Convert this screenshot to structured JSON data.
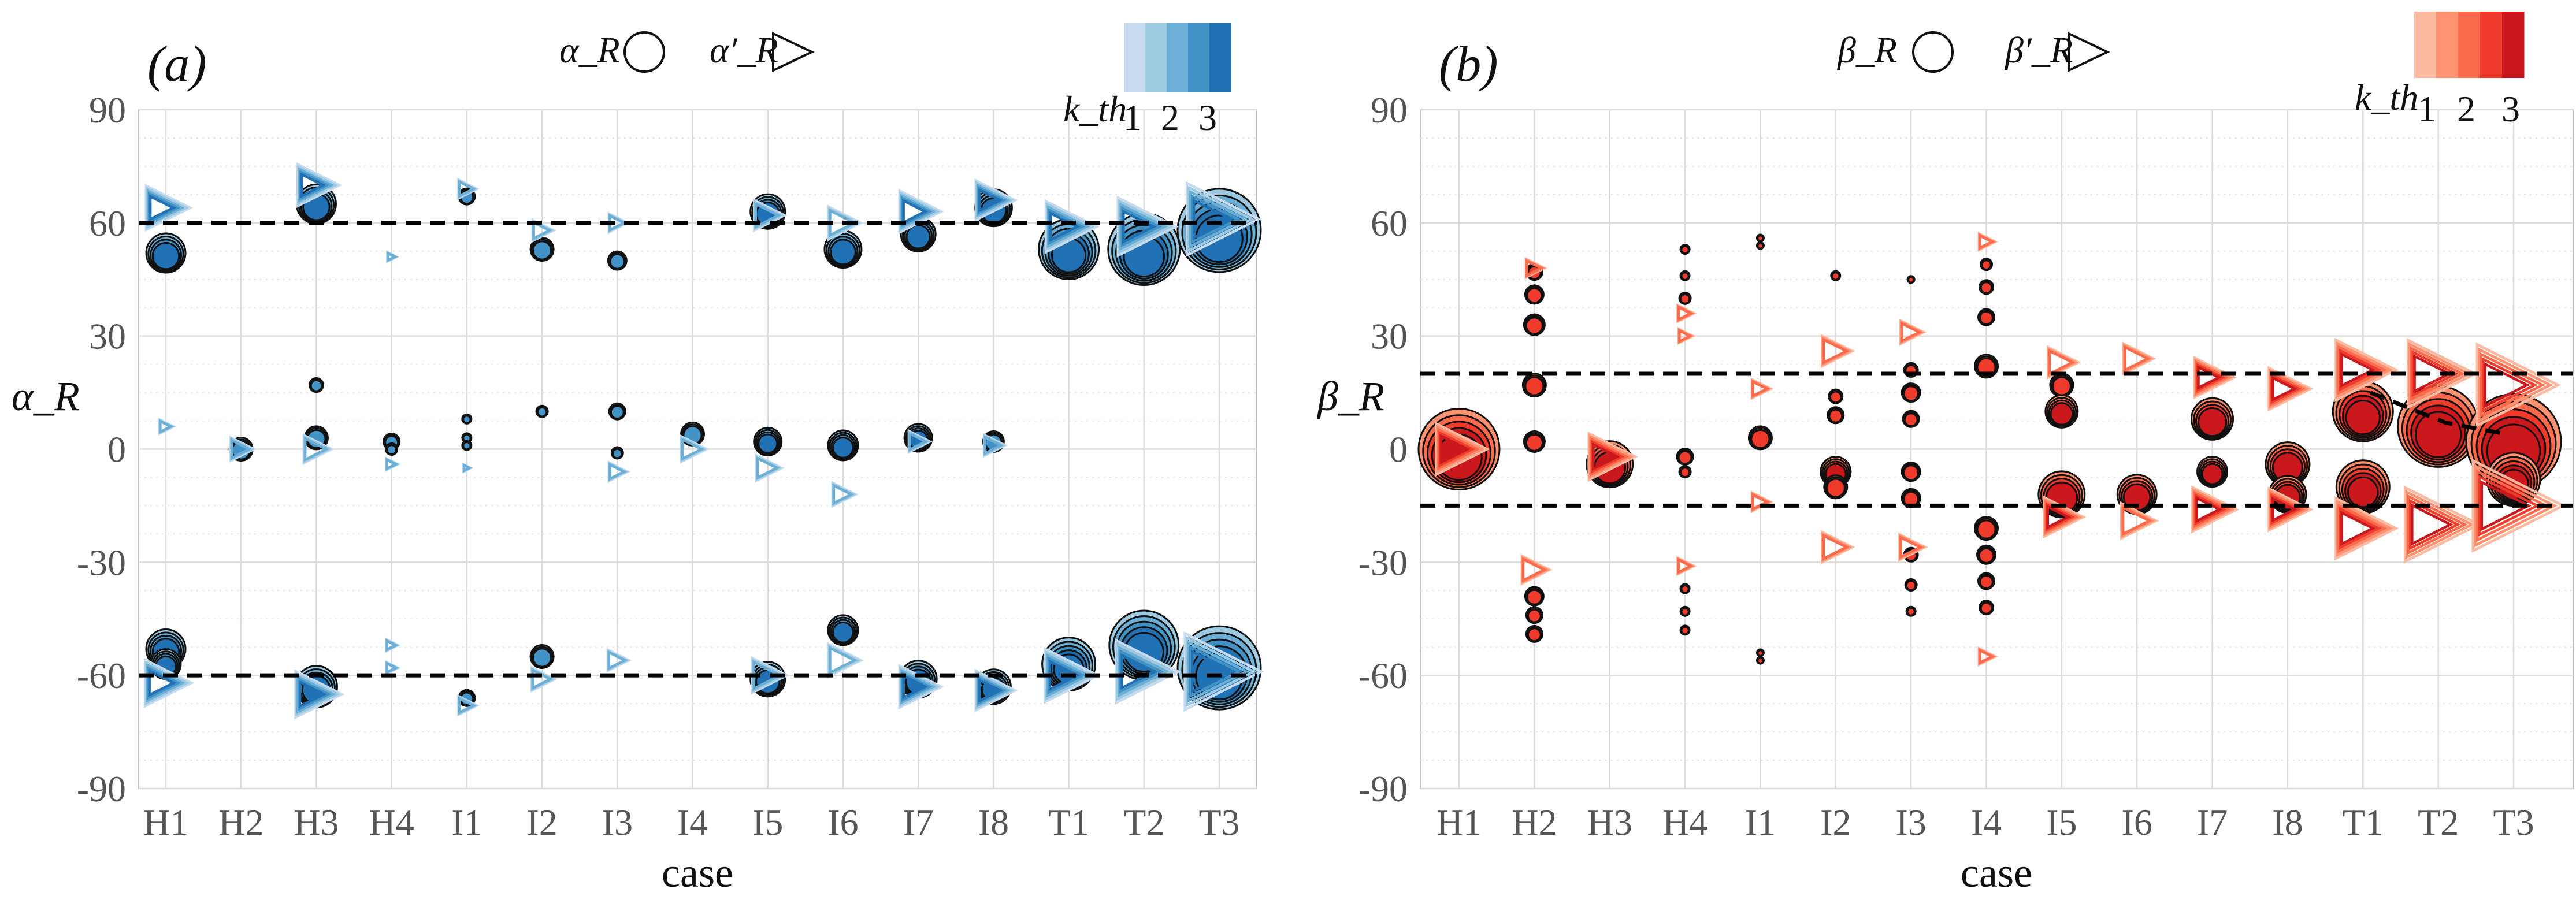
{
  "chart_data": [
    {
      "type": "scatter",
      "panel_label": "(a)",
      "xlabel": "case",
      "ylabel": "α_R",
      "categories": [
        "H1",
        "H2",
        "H3",
        "H4",
        "I1",
        "I2",
        "I3",
        "I4",
        "I5",
        "I6",
        "I7",
        "I8",
        "T1",
        "T2",
        "T3"
      ],
      "ylim": [
        -90,
        90
      ],
      "yticks": [
        "-90",
        "-60",
        "-30",
        "0",
        "30",
        "60",
        "90"
      ],
      "reference_lines": [
        60,
        -60
      ],
      "legend": {
        "circle_label": "α_R",
        "triangle_label": "α′_R",
        "colorbar_label": "k_th",
        "colorbar_ticks": [
          "1",
          "2",
          "3"
        ]
      },
      "palette": [
        "#c6dbef",
        "#9ecae1",
        "#6baed6",
        "#4292c6",
        "#2171b5"
      ],
      "circles": [
        {
          "x": "H1",
          "y": 52,
          "s": 34
        },
        {
          "x": "H3",
          "y": 65,
          "s": 34
        },
        {
          "x": "I1",
          "y": 67,
          "s": 14
        },
        {
          "x": "I2",
          "y": 53,
          "s": 20
        },
        {
          "x": "I3",
          "y": 50,
          "s": 16
        },
        {
          "x": "I5",
          "y": 63,
          "s": 30
        },
        {
          "x": "I6",
          "y": 53,
          "s": 32
        },
        {
          "x": "I7",
          "y": 57,
          "s": 30
        },
        {
          "x": "I8",
          "y": 64,
          "s": 32
        },
        {
          "x": "T1",
          "y": 53,
          "s": 52
        },
        {
          "x": "T2",
          "y": 53,
          "s": 62
        },
        {
          "x": "T3",
          "y": 58,
          "s": 72
        },
        {
          "x": "H2",
          "y": 0,
          "s": 20
        },
        {
          "x": "H3",
          "y": 17,
          "s": 12
        },
        {
          "x": "H3",
          "y": 3,
          "s": 20
        },
        {
          "x": "H4",
          "y": 2,
          "s": 14
        },
        {
          "x": "H4",
          "y": 0,
          "s": 10
        },
        {
          "x": "I1",
          "y": 8,
          "s": 8
        },
        {
          "x": "I1",
          "y": 3,
          "s": 8
        },
        {
          "x": "I1",
          "y": 1,
          "s": 8
        },
        {
          "x": "I2",
          "y": 10,
          "s": 10
        },
        {
          "x": "I3",
          "y": 10,
          "s": 14
        },
        {
          "x": "I3",
          "y": -1,
          "s": 10
        },
        {
          "x": "I4",
          "y": 4,
          "s": 20
        },
        {
          "x": "I5",
          "y": 2,
          "s": 24
        },
        {
          "x": "I6",
          "y": 1,
          "s": 26
        },
        {
          "x": "I7",
          "y": 3,
          "s": 24
        },
        {
          "x": "I8",
          "y": 2,
          "s": 18
        },
        {
          "x": "H1",
          "y": -53,
          "s": 34
        },
        {
          "x": "H1",
          "y": -57,
          "s": 26
        },
        {
          "x": "H3",
          "y": -63,
          "s": 36
        },
        {
          "x": "I1",
          "y": -66,
          "s": 14
        },
        {
          "x": "I2",
          "y": -55,
          "s": 20
        },
        {
          "x": "I6",
          "y": -48,
          "s": 26
        },
        {
          "x": "I5",
          "y": -61,
          "s": 30
        },
        {
          "x": "I7",
          "y": -61,
          "s": 32
        },
        {
          "x": "I8",
          "y": -63,
          "s": 30
        },
        {
          "x": "T1",
          "y": -57,
          "s": 46
        },
        {
          "x": "T2",
          "y": -52,
          "s": 60
        },
        {
          "x": "T3",
          "y": -58,
          "s": 72
        }
      ],
      "triangles": [
        {
          "x": "H1",
          "y": 64,
          "s": 38
        },
        {
          "x": "H3",
          "y": 70,
          "s": 36
        },
        {
          "x": "H4",
          "y": 51,
          "s": 8
        },
        {
          "x": "I1",
          "y": 69,
          "s": 16
        },
        {
          "x": "I2",
          "y": 58,
          "s": 18
        },
        {
          "x": "I3",
          "y": 60,
          "s": 16
        },
        {
          "x": "I5",
          "y": 62,
          "s": 26
        },
        {
          "x": "I6",
          "y": 60,
          "s": 28
        },
        {
          "x": "I7",
          "y": 63,
          "s": 36
        },
        {
          "x": "I8",
          "y": 66,
          "s": 34
        },
        {
          "x": "T1",
          "y": 59,
          "s": 44
        },
        {
          "x": "T2",
          "y": 59,
          "s": 50
        },
        {
          "x": "T3",
          "y": 61,
          "s": 62
        },
        {
          "x": "H1",
          "y": 6,
          "s": 12
        },
        {
          "x": "H2",
          "y": 0,
          "s": 20
        },
        {
          "x": "H3",
          "y": 0,
          "s": 24
        },
        {
          "x": "H4",
          "y": -4,
          "s": 10
        },
        {
          "x": "I1",
          "y": -5,
          "s": 6
        },
        {
          "x": "I3",
          "y": -6,
          "s": 16
        },
        {
          "x": "I4",
          "y": 0,
          "s": 22
        },
        {
          "x": "I5",
          "y": -5,
          "s": 22
        },
        {
          "x": "I6",
          "y": -12,
          "s": 20
        },
        {
          "x": "I7",
          "y": 2,
          "s": 18
        },
        {
          "x": "I8",
          "y": 1,
          "s": 18
        },
        {
          "x": "H1",
          "y": -62,
          "s": 40
        },
        {
          "x": "H3",
          "y": -65,
          "s": 40
        },
        {
          "x": "H4",
          "y": -52,
          "s": 10
        },
        {
          "x": "H4",
          "y": -58,
          "s": 10
        },
        {
          "x": "I1",
          "y": -68,
          "s": 16
        },
        {
          "x": "I2",
          "y": -61,
          "s": 20
        },
        {
          "x": "I3",
          "y": -56,
          "s": 18
        },
        {
          "x": "I5",
          "y": -60,
          "s": 30
        },
        {
          "x": "I6",
          "y": -56,
          "s": 28
        },
        {
          "x": "I7",
          "y": -63,
          "s": 36
        },
        {
          "x": "I8",
          "y": -64,
          "s": 34
        },
        {
          "x": "T1",
          "y": -60,
          "s": 46
        },
        {
          "x": "T2",
          "y": -59,
          "s": 54
        },
        {
          "x": "T3",
          "y": -59,
          "s": 66
        }
      ]
    },
    {
      "type": "scatter",
      "panel_label": "(b)",
      "xlabel": "case",
      "ylabel": "β_R",
      "categories": [
        "H1",
        "H2",
        "H3",
        "H4",
        "I1",
        "I2",
        "I3",
        "I4",
        "I5",
        "I6",
        "I7",
        "I8",
        "T1",
        "T2",
        "T3"
      ],
      "ylim": [
        -90,
        90
      ],
      "yticks": [
        "-90",
        "-60",
        "-30",
        "0",
        "30",
        "60",
        "90"
      ],
      "reference_lines": [
        20,
        -15
      ],
      "reference_curve": [
        [
          12.1,
          15
        ],
        [
          13.1,
          7
        ],
        [
          13.9,
          4
        ]
      ],
      "legend": {
        "circle_label": "β_R",
        "triangle_label": "β′_R",
        "colorbar_label": "k_th",
        "colorbar_ticks": [
          "1",
          "2",
          "3"
        ]
      },
      "palette": [
        "#fcbba1",
        "#fc9272",
        "#fb6a4a",
        "#ef3b2c",
        "#cb181d"
      ],
      "circles": [
        {
          "x": "H1",
          "y": 0,
          "s": 70
        },
        {
          "x": "H2",
          "y": 47,
          "s": 14
        },
        {
          "x": "H2",
          "y": 41,
          "s": 16
        },
        {
          "x": "H2",
          "y": 33,
          "s": 18
        },
        {
          "x": "H2",
          "y": 17,
          "s": 20
        },
        {
          "x": "H2",
          "y": 2,
          "s": 18
        },
        {
          "x": "H2",
          "y": -39,
          "s": 16
        },
        {
          "x": "H2",
          "y": -44,
          "s": 14
        },
        {
          "x": "H2",
          "y": -49,
          "s": 14
        },
        {
          "x": "H3",
          "y": -4,
          "s": 40
        },
        {
          "x": "H4",
          "y": 53,
          "s": 8
        },
        {
          "x": "H4",
          "y": 46,
          "s": 8
        },
        {
          "x": "H4",
          "y": 40,
          "s": 10
        },
        {
          "x": "H4",
          "y": -2,
          "s": 14
        },
        {
          "x": "H4",
          "y": -6,
          "s": 10
        },
        {
          "x": "H4",
          "y": -37,
          "s": 8
        },
        {
          "x": "H4",
          "y": -43,
          "s": 8
        },
        {
          "x": "H4",
          "y": -48,
          "s": 8
        },
        {
          "x": "I1",
          "y": 56,
          "s": 6
        },
        {
          "x": "I1",
          "y": 54,
          "s": 6
        },
        {
          "x": "I1",
          "y": 3,
          "s": 20
        },
        {
          "x": "I1",
          "y": -54,
          "s": 6
        },
        {
          "x": "I1",
          "y": -56,
          "s": 6
        },
        {
          "x": "I2",
          "y": 46,
          "s": 8
        },
        {
          "x": "I2",
          "y": 14,
          "s": 12
        },
        {
          "x": "I2",
          "y": 9,
          "s": 14
        },
        {
          "x": "I2",
          "y": -6,
          "s": 26
        },
        {
          "x": "I2",
          "y": -10,
          "s": 20
        },
        {
          "x": "I3",
          "y": 45,
          "s": 6
        },
        {
          "x": "I3",
          "y": 21,
          "s": 12
        },
        {
          "x": "I3",
          "y": 15,
          "s": 16
        },
        {
          "x": "I3",
          "y": 8,
          "s": 14
        },
        {
          "x": "I3",
          "y": -6,
          "s": 16
        },
        {
          "x": "I3",
          "y": -13,
          "s": 16
        },
        {
          "x": "I3",
          "y": -28,
          "s": 12
        },
        {
          "x": "I3",
          "y": -36,
          "s": 10
        },
        {
          "x": "I3",
          "y": -43,
          "s": 8
        },
        {
          "x": "I4",
          "y": 49,
          "s": 10
        },
        {
          "x": "I4",
          "y": 43,
          "s": 12
        },
        {
          "x": "I4",
          "y": 35,
          "s": 14
        },
        {
          "x": "I4",
          "y": 22,
          "s": 20
        },
        {
          "x": "I4",
          "y": -21,
          "s": 20
        },
        {
          "x": "I4",
          "y": -28,
          "s": 16
        },
        {
          "x": "I4",
          "y": -35,
          "s": 14
        },
        {
          "x": "I4",
          "y": -42,
          "s": 12
        },
        {
          "x": "I5",
          "y": 17,
          "s": 20
        },
        {
          "x": "I5",
          "y": 10,
          "s": 28
        },
        {
          "x": "I5",
          "y": -12,
          "s": 40
        },
        {
          "x": "I6",
          "y": -12,
          "s": 34
        },
        {
          "x": "I7",
          "y": 8,
          "s": 36
        },
        {
          "x": "I7",
          "y": -6,
          "s": 26
        },
        {
          "x": "I8",
          "y": -4,
          "s": 38
        },
        {
          "x": "I8",
          "y": -12,
          "s": 32
        },
        {
          "x": "T1",
          "y": 10,
          "s": 52
        },
        {
          "x": "T1",
          "y": -10,
          "s": 46
        },
        {
          "x": "T2",
          "y": 6,
          "s": 70
        },
        {
          "x": "T3",
          "y": 2,
          "s": 82
        },
        {
          "x": "T3",
          "y": -8,
          "s": 46
        }
      ],
      "triangles": [
        {
          "x": "H1",
          "y": 0,
          "s": 44
        },
        {
          "x": "H2",
          "y": -32,
          "s": 24
        },
        {
          "x": "H2",
          "y": 48,
          "s": 16
        },
        {
          "x": "H3",
          "y": -2,
          "s": 40
        },
        {
          "x": "H4",
          "y": 36,
          "s": 14
        },
        {
          "x": "H4",
          "y": 30,
          "s": 12
        },
        {
          "x": "H4",
          "y": -31,
          "s": 14
        },
        {
          "x": "I1",
          "y": 16,
          "s": 16
        },
        {
          "x": "I1",
          "y": -14,
          "s": 16
        },
        {
          "x": "I2",
          "y": 26,
          "s": 26
        },
        {
          "x": "I2",
          "y": -26,
          "s": 26
        },
        {
          "x": "I3",
          "y": 31,
          "s": 20
        },
        {
          "x": "I3",
          "y": -26,
          "s": 22
        },
        {
          "x": "I4",
          "y": 55,
          "s": 14
        },
        {
          "x": "I4",
          "y": -55,
          "s": 14
        },
        {
          "x": "I5",
          "y": 23,
          "s": 26
        },
        {
          "x": "I5",
          "y": -18,
          "s": 34
        },
        {
          "x": "I6",
          "y": 24,
          "s": 26
        },
        {
          "x": "I6",
          "y": -19,
          "s": 30
        },
        {
          "x": "I7",
          "y": 19,
          "s": 34
        },
        {
          "x": "I7",
          "y": -16,
          "s": 38
        },
        {
          "x": "I8",
          "y": 16,
          "s": 36
        },
        {
          "x": "I8",
          "y": -16,
          "s": 36
        },
        {
          "x": "T1",
          "y": 21,
          "s": 52
        },
        {
          "x": "T1",
          "y": -21,
          "s": 52
        },
        {
          "x": "T2",
          "y": 20,
          "s": 58
        },
        {
          "x": "T2",
          "y": -20,
          "s": 64
        },
        {
          "x": "T3",
          "y": 17,
          "s": 70
        },
        {
          "x": "T3",
          "y": -15,
          "s": 78
        }
      ]
    }
  ]
}
